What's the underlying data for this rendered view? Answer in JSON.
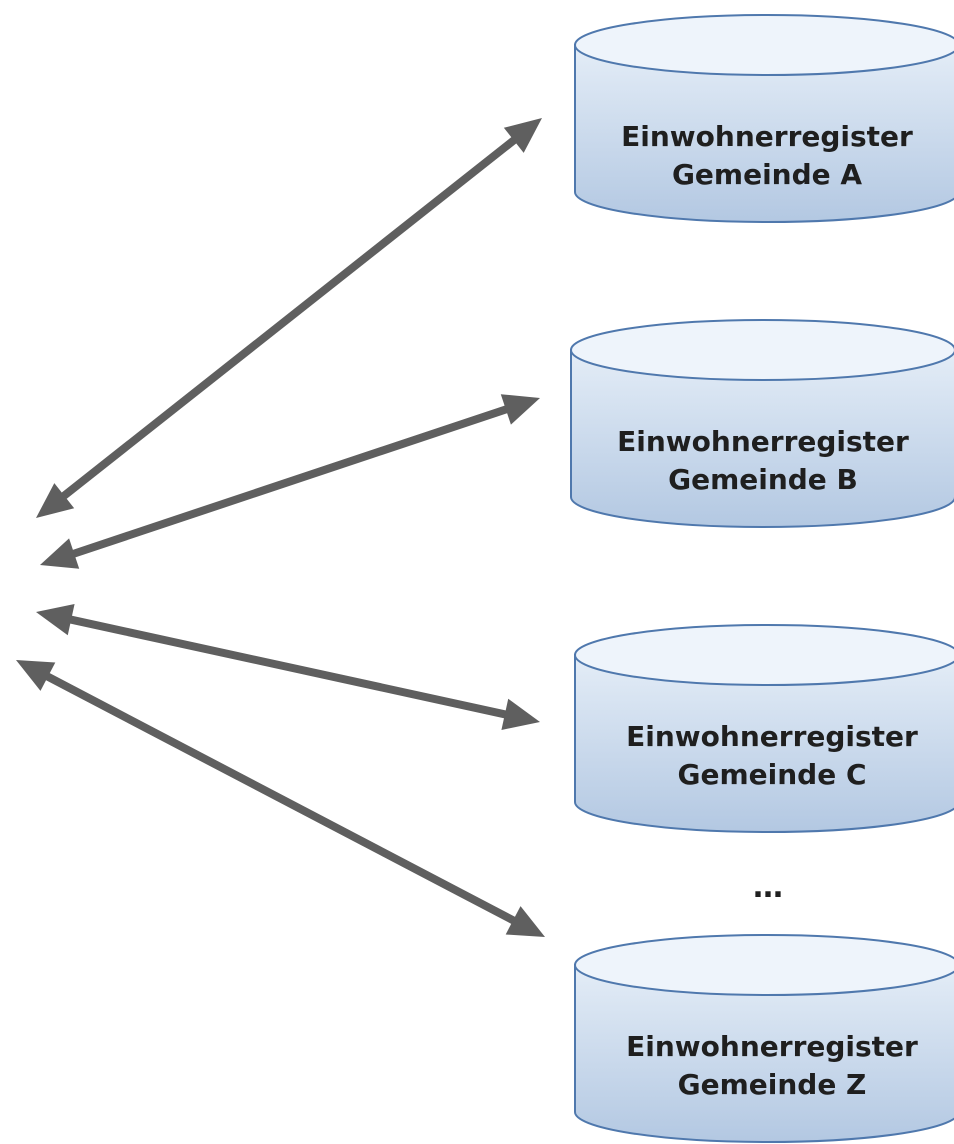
{
  "diagram": {
    "databases": [
      {
        "line1": "Einwohnerregister",
        "line2": "Gemeinde A"
      },
      {
        "line1": "Einwohnerregister",
        "line2": "Gemeinde B"
      },
      {
        "line1": "Einwohnerregister",
        "line2": "Gemeinde C"
      },
      {
        "line1": "Einwohnerregister",
        "line2": "Gemeinde Z"
      }
    ],
    "ellipsis": "…",
    "colors": {
      "arrow": "#5f5f5f",
      "cylinder_top": "#eef4fb",
      "cylinder_body_light": "#dde8f4",
      "cylinder_body_dark": "#b7cbe3",
      "cylinder_stroke": "#4f78ad"
    }
  }
}
